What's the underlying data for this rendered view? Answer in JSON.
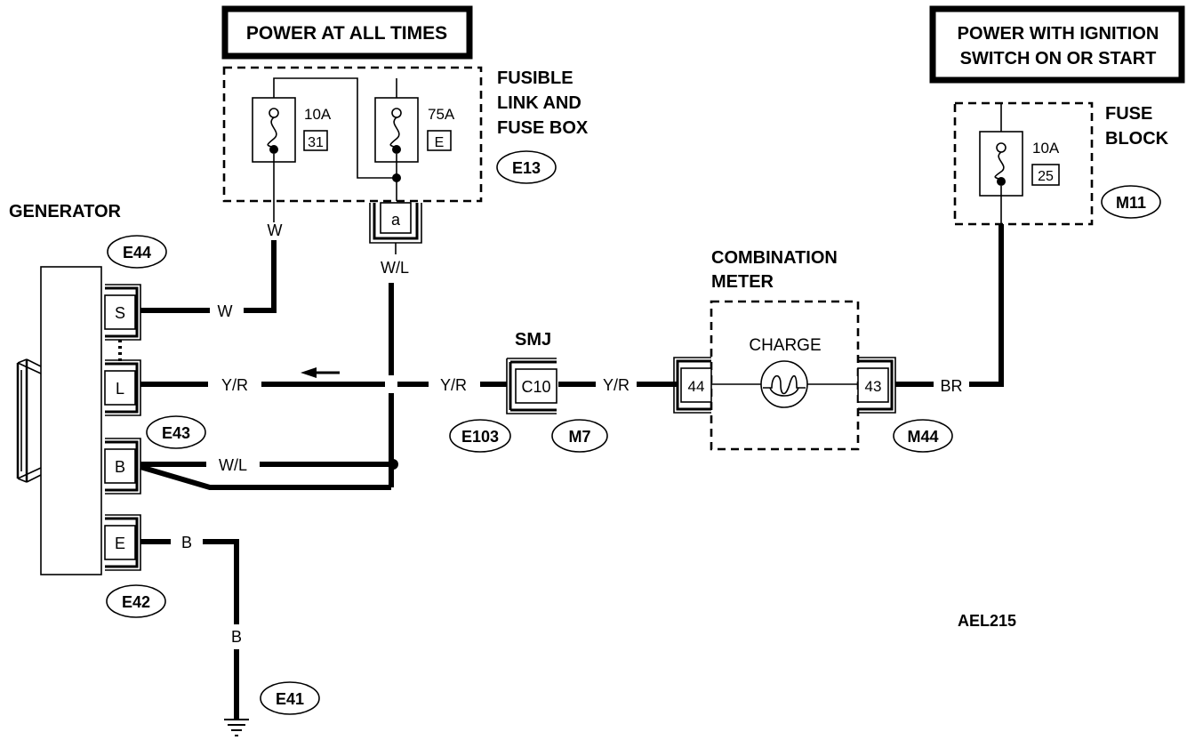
{
  "diagram_code": "AEL215",
  "power_boxes": {
    "left": "POWER AT ALL TIMES",
    "right_line1": "POWER WITH IGNITION",
    "right_line2": "SWITCH ON OR START"
  },
  "fusible_link_box": {
    "label_line1": "FUSIBLE",
    "label_line2": "LINK AND",
    "label_line3": "FUSE BOX",
    "connector": "E13",
    "fuse1_rating": "10A",
    "fuse1_number": "31",
    "fuse2_rating": "75A",
    "fuse2_number": "E",
    "link_connector": "a"
  },
  "fuse_block": {
    "label_line1": "FUSE",
    "label_line2": "BLOCK",
    "connector": "M11",
    "fuse_rating": "10A",
    "fuse_number": "25"
  },
  "generator": {
    "label": "GENERATOR",
    "terminals": [
      "S",
      "L",
      "B",
      "E"
    ],
    "connectors": [
      "E44",
      "E43",
      "E42"
    ]
  },
  "wires": {
    "w_top": "W",
    "w_side": "W",
    "wl_top": "W/L",
    "wl_side": "W/L",
    "yr_left": "Y/R",
    "yr_mid": "Y/R",
    "yr_right": "Y/R",
    "br": "BR",
    "b_side": "B",
    "b_down": "B"
  },
  "smj": {
    "label": "SMJ",
    "terminal": "C10",
    "connector_left": "E103",
    "connector_right": "M7"
  },
  "combination_meter": {
    "label_line1": "COMBINATION",
    "label_line2": "METER",
    "lamp_label": "CHARGE",
    "pin_in": "44",
    "pin_out": "43",
    "connector": "M44"
  },
  "ground": {
    "connector": "E41"
  }
}
